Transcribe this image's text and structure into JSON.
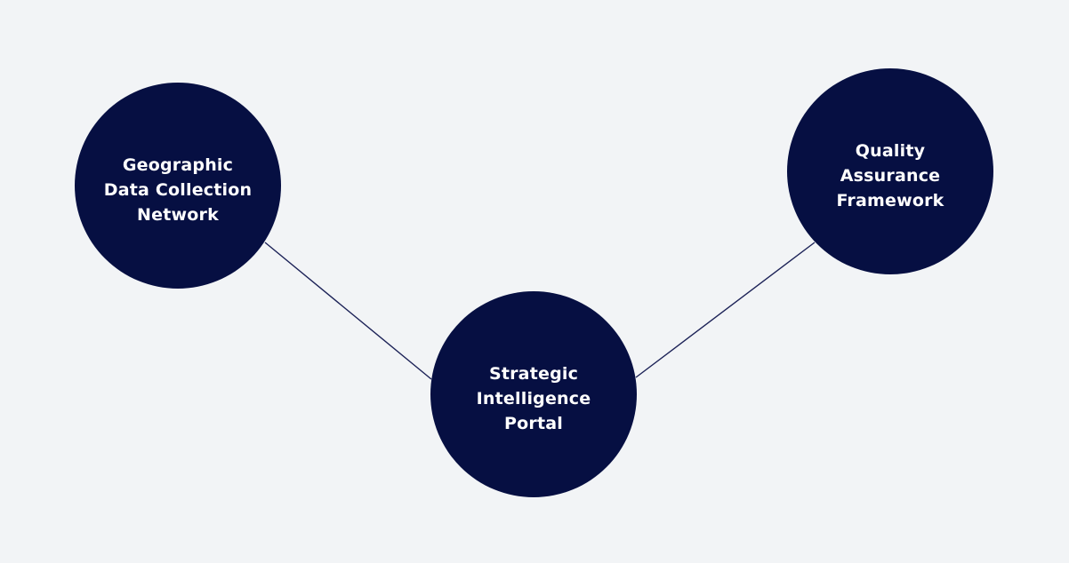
{
  "page": {
    "background_color": "#f2f4f6"
  },
  "diagram": {
    "type": "mind-map",
    "node_fill_color": "#060f42",
    "node_text_color": "#ffffff",
    "edge_color": "#1c2257",
    "nodes": [
      {
        "id": "geographic-data-collection-network",
        "label": "Geographic Data Collection Network",
        "lines": [
          "Geographic",
          "Data Collection",
          "Network"
        ]
      },
      {
        "id": "strategic-intelligence-portal",
        "label": "Strategic Intelligence Portal",
        "lines": [
          "Strategic",
          "Intelligence",
          "Portal"
        ]
      },
      {
        "id": "quality-assurance-framework",
        "label": "Quality Assurance Framework",
        "lines": [
          "Quality",
          "Assurance",
          "Framework"
        ]
      }
    ],
    "edges": [
      {
        "from": "Geographic Data Collection Network",
        "to": "Strategic Intelligence Portal"
      },
      {
        "from": "Strategic Intelligence Portal",
        "to": "Quality Assurance Framework"
      }
    ]
  }
}
